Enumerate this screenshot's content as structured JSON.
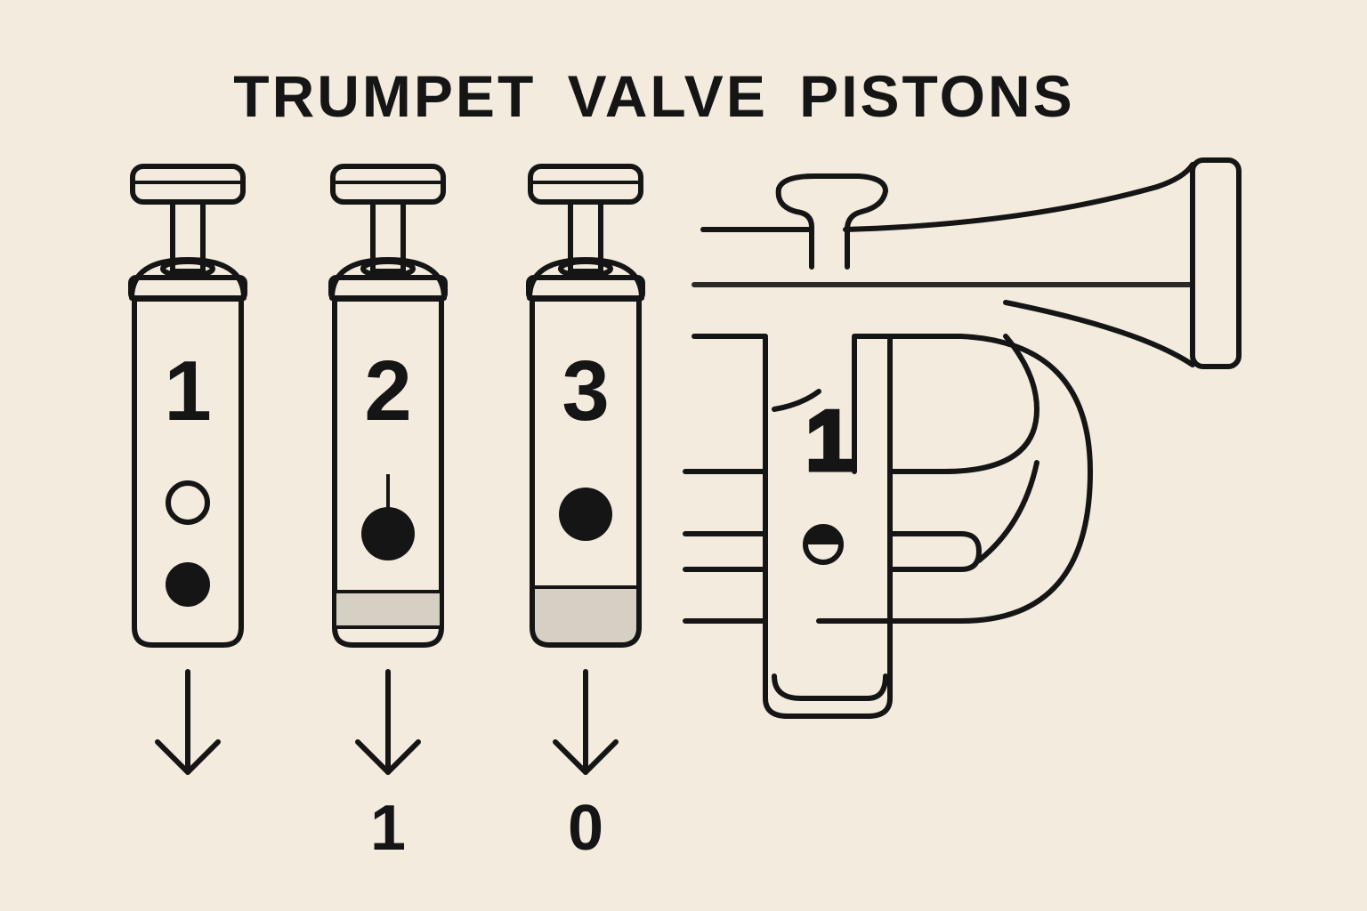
{
  "title": "TRUMPET VALVE PISTONS",
  "pistons": [
    {
      "label": "1",
      "bottom_label": ""
    },
    {
      "label": "2",
      "bottom_label": "1"
    },
    {
      "label": "3",
      "bottom_label": "0"
    }
  ],
  "trumpet": {
    "valve_label": "1"
  },
  "colors": {
    "background": "#f3ebde",
    "ink": "#151515",
    "metal": "#d6d0c4"
  }
}
